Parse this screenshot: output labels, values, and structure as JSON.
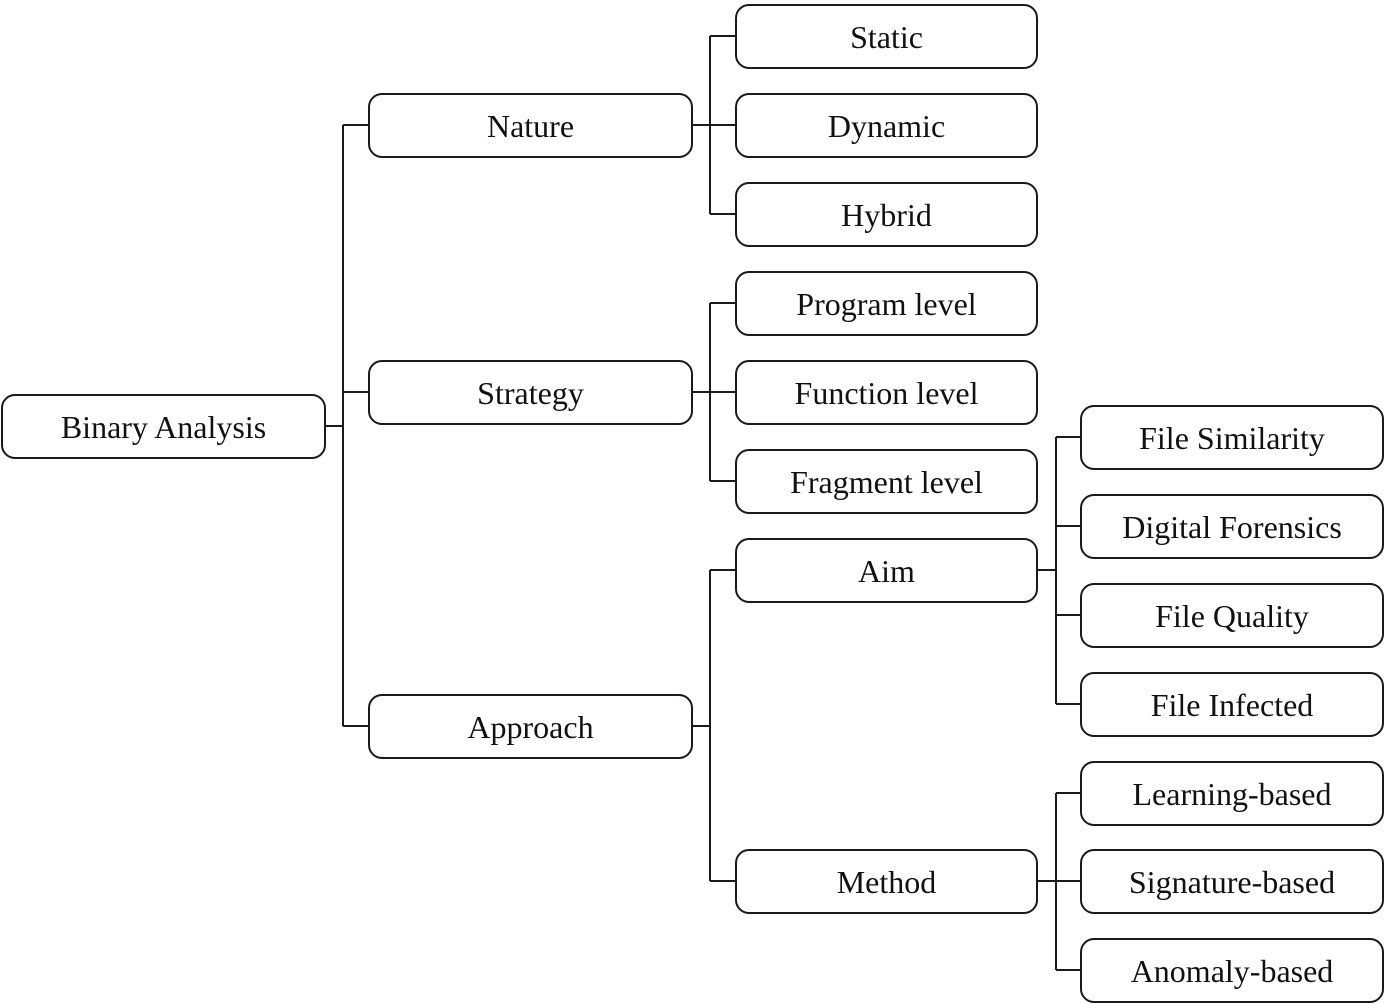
{
  "diagram": {
    "type": "tree",
    "root": "Binary Analysis",
    "nodes": {
      "binary_analysis": "Binary Analysis",
      "nature": "Nature",
      "strategy": "Strategy",
      "approach": "Approach",
      "static": "Static",
      "dynamic": "Dynamic",
      "hybrid": "Hybrid",
      "program_level": "Program level",
      "function_level": "Function level",
      "fragment_level": "Fragment level",
      "aim": "Aim",
      "method": "Method",
      "file_similarity": "File Similarity",
      "digital_forensics": "Digital Forensics",
      "file_quality": "File Quality",
      "file_infected": "File Infected",
      "learning_based": "Learning-based",
      "signature_based": "Signature-based",
      "anomaly_based": "Anomaly-based"
    },
    "edges": [
      [
        "Binary Analysis",
        "Nature"
      ],
      [
        "Binary Analysis",
        "Strategy"
      ],
      [
        "Binary Analysis",
        "Approach"
      ],
      [
        "Nature",
        "Static"
      ],
      [
        "Nature",
        "Dynamic"
      ],
      [
        "Nature",
        "Hybrid"
      ],
      [
        "Strategy",
        "Program level"
      ],
      [
        "Strategy",
        "Function level"
      ],
      [
        "Strategy",
        "Fragment level"
      ],
      [
        "Approach",
        "Aim"
      ],
      [
        "Approach",
        "Method"
      ],
      [
        "Aim",
        "File Similarity"
      ],
      [
        "Aim",
        "Digital Forensics"
      ],
      [
        "Aim",
        "File Quality"
      ],
      [
        "Aim",
        "File Infected"
      ],
      [
        "Method",
        "Learning-based"
      ],
      [
        "Method",
        "Signature-based"
      ],
      [
        "Method",
        "Anomaly-based"
      ]
    ],
    "colors": {
      "stroke": "#1a1a1a",
      "text": "#111111",
      "background": "#ffffff"
    }
  }
}
